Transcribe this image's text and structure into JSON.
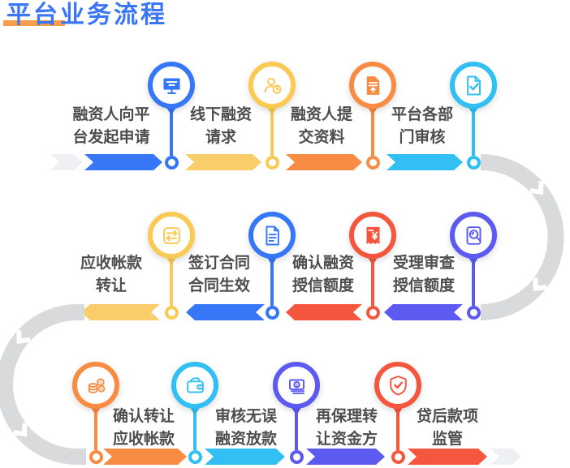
{
  "title": {
    "text": "平台业务流程",
    "color": "#3b76f6",
    "underline_color": "#f99d4a"
  },
  "colors": {
    "blue": "#3577f6",
    "yellow": "#f9cd6a",
    "orange": "#f78c42",
    "cyan": "#31bff4",
    "red": "#f4573e",
    "purple": "#5c5af0",
    "path_gray": "#d9dadc",
    "light_segment": "#eef0f3",
    "label_text": "#4d4d4d"
  },
  "flow": {
    "row1_direction": "right",
    "row2_direction": "left",
    "row3_direction": "right"
  },
  "steps": [
    {
      "label": "融资人向平台发起申请",
      "line1": "融资人向平",
      "line2": "台发起申请",
      "icon": "monitor-icon",
      "color": "#3577f6"
    },
    {
      "label": "线下融资请求",
      "line1": "线下融资",
      "line2": "请求",
      "icon": "user-clock-icon",
      "color": "#fbca55"
    },
    {
      "label": "融资人提交资料",
      "line1": "融资人提",
      "line2": "交资料",
      "icon": "document-submit-icon",
      "color": "#f78c42"
    },
    {
      "label": "平台各部门审核",
      "line1": "平台各部",
      "line2": "门审核",
      "icon": "document-check-icon",
      "color": "#31bff4"
    },
    {
      "label": "应收帐款转让",
      "line1": "应收帐款",
      "line2": "转让",
      "icon": "transfer-icon",
      "color": "#fbca55"
    },
    {
      "label": "签订合同合同生效",
      "line1": "签订合同",
      "line2": "合同生效",
      "icon": "contract-icon",
      "color": "#3577f6"
    },
    {
      "label": "确认融资授信额度",
      "line1": "确认融资",
      "line2": "授信额度",
      "icon": "receipt-yuan-icon",
      "color": "#f4573e"
    },
    {
      "label": "受理审查授信额度",
      "line1": "受理审查",
      "line2": "授信额度",
      "icon": "document-search-icon",
      "color": "#5c5af0"
    },
    {
      "label": "确认转让应收帐款",
      "line1": "确认转让",
      "line2": "应收帐款",
      "icon": "coins-icon",
      "color": "#f78c42"
    },
    {
      "label": "审核无误融资放款",
      "line1": "审核无误",
      "line2": "融资放款",
      "icon": "wallet-icon",
      "color": "#31bff4"
    },
    {
      "label": "再保理转让资金方",
      "line1": "再保理转",
      "line2": "让资金方",
      "icon": "banknotes-icon",
      "color": "#5c5af0"
    },
    {
      "label": "贷后款项监管",
      "line1": "贷后款项",
      "line2": "监管",
      "icon": "shield-check-icon",
      "color": "#f4573e"
    }
  ]
}
